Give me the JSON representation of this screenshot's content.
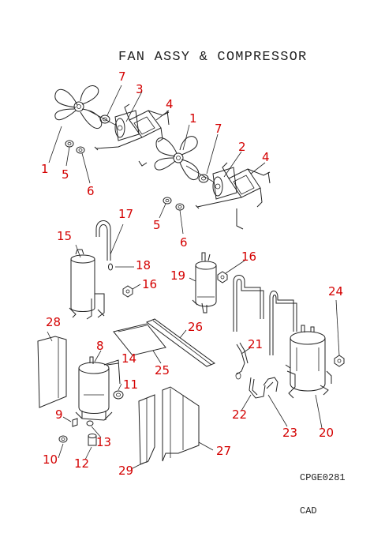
{
  "title": "FAN ASSY & COMPRESSOR",
  "drawing_code": "CPGE0281",
  "footer": "CAD",
  "callouts": {
    "c1a": "1",
    "c7a": "7",
    "c3": "3",
    "c4a": "4",
    "c5a": "5",
    "c6a": "6",
    "c1b": "1",
    "c7b": "7",
    "c2": "2",
    "c4b": "4",
    "c5b": "5",
    "c6b": "6",
    "c17": "17",
    "c15": "15",
    "c18": "18",
    "c16a": "16",
    "c16b": "16",
    "c19": "19",
    "c24": "24",
    "c28": "28",
    "c26": "26",
    "c8": "8",
    "c14": "14",
    "c25": "25",
    "c21": "21",
    "c11": "11",
    "c9": "9",
    "c13": "13",
    "c22": "22",
    "c23": "23",
    "c20": "20",
    "c10": "10",
    "c12": "12",
    "c29": "29",
    "c27": "27"
  },
  "label_color": "#d40000",
  "line_color": "#222222"
}
